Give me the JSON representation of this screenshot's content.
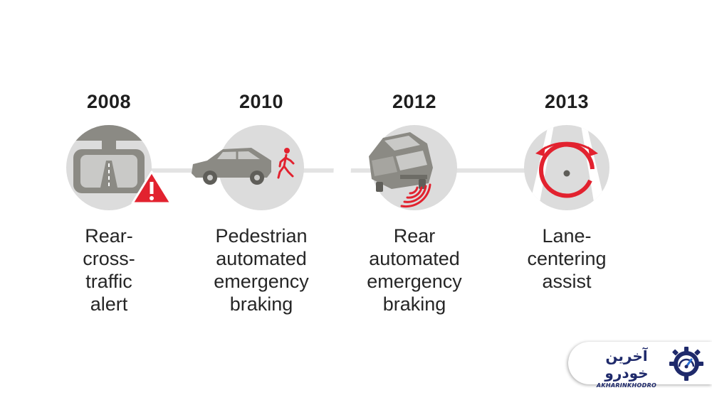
{
  "milestones": [
    {
      "year": "2008",
      "label_lines": [
        "Rear-",
        "cross-",
        "traffic",
        "alert"
      ],
      "icon": "rearview-mirror-warning-icon"
    },
    {
      "year": "2010",
      "label_lines": [
        "Pedestrian",
        "automated",
        "emergency",
        "braking"
      ],
      "icon": "car-pedestrian-icon"
    },
    {
      "year": "2012",
      "label_lines": [
        "Rear",
        "automated",
        "emergency",
        "braking"
      ],
      "icon": "car-rear-sensor-icon"
    },
    {
      "year": "2013",
      "label_lines": [
        "Lane-",
        "centering",
        "assist"
      ],
      "icon": "steering-wheel-arrows-icon"
    }
  ],
  "logo": {
    "fa": "آخرین خودرو",
    "en": "AKHARINKHODRO"
  },
  "colors": {
    "accent": "#e2222f",
    "icon_gray": "#8b8a84",
    "circle_bg": "#dcdcdc",
    "line": "#e3e3e3"
  }
}
